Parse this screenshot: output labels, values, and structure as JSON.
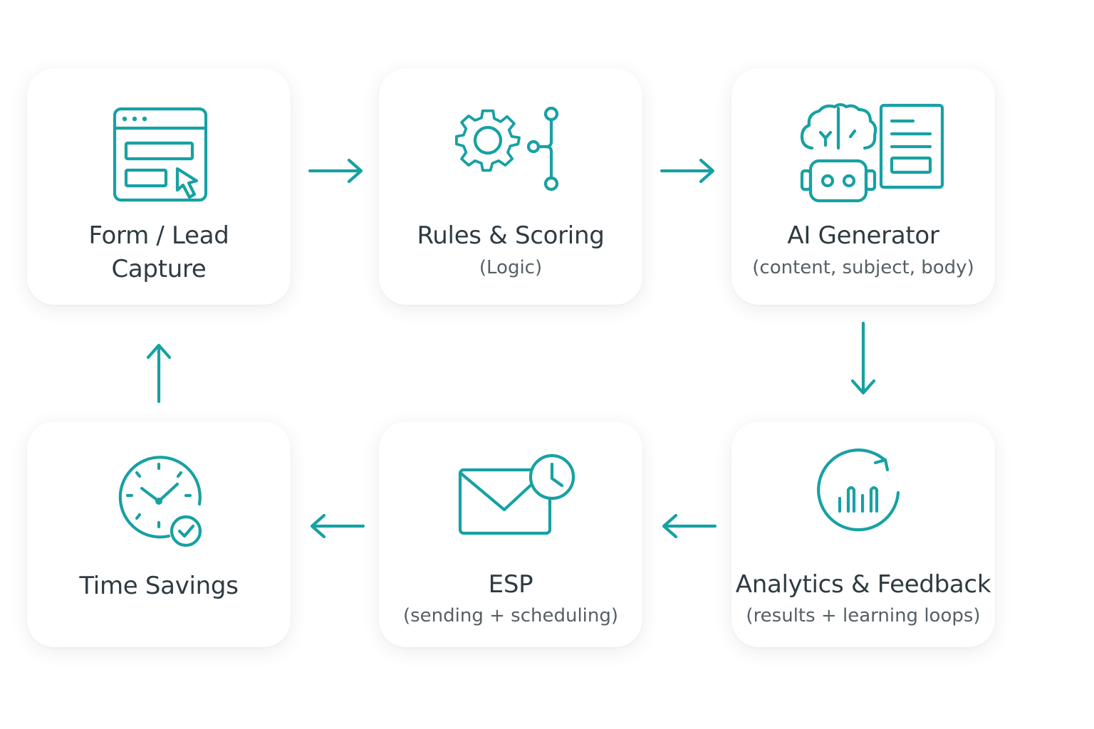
{
  "colors": {
    "accent": "#17a1a3",
    "text": "#2e3b41",
    "subtext": "#565f64",
    "background": "#ffffff"
  },
  "nodes": {
    "form": {
      "title_line1": "Form / Lead",
      "title_line2": "Capture",
      "icon": "browser-form-cursor-icon"
    },
    "rules": {
      "title": "Rules & Scoring",
      "subtitle": "(Logic)",
      "icon": "gear-branch-icon"
    },
    "ai": {
      "title": "AI Generator",
      "subtitle": "(content, subject, body)",
      "icon": "brain-robot-document-icon"
    },
    "analytics": {
      "title": "Analytics & Feedback",
      "subtitle": "(results + learning loops)",
      "icon": "chart-refresh-icon"
    },
    "esp": {
      "title": "ESP",
      "subtitle": "(sending + scheduling)",
      "icon": "envelope-clock-icon"
    },
    "time": {
      "title": "Time Savings",
      "icon": "clock-check-icon"
    }
  },
  "edges": [
    {
      "from": "form",
      "to": "rules",
      "direction": "right"
    },
    {
      "from": "rules",
      "to": "ai",
      "direction": "right"
    },
    {
      "from": "ai",
      "to": "analytics",
      "direction": "down"
    },
    {
      "from": "analytics",
      "to": "esp",
      "direction": "left"
    },
    {
      "from": "esp",
      "to": "time",
      "direction": "left"
    },
    {
      "from": "time",
      "to": "form",
      "direction": "up"
    }
  ]
}
